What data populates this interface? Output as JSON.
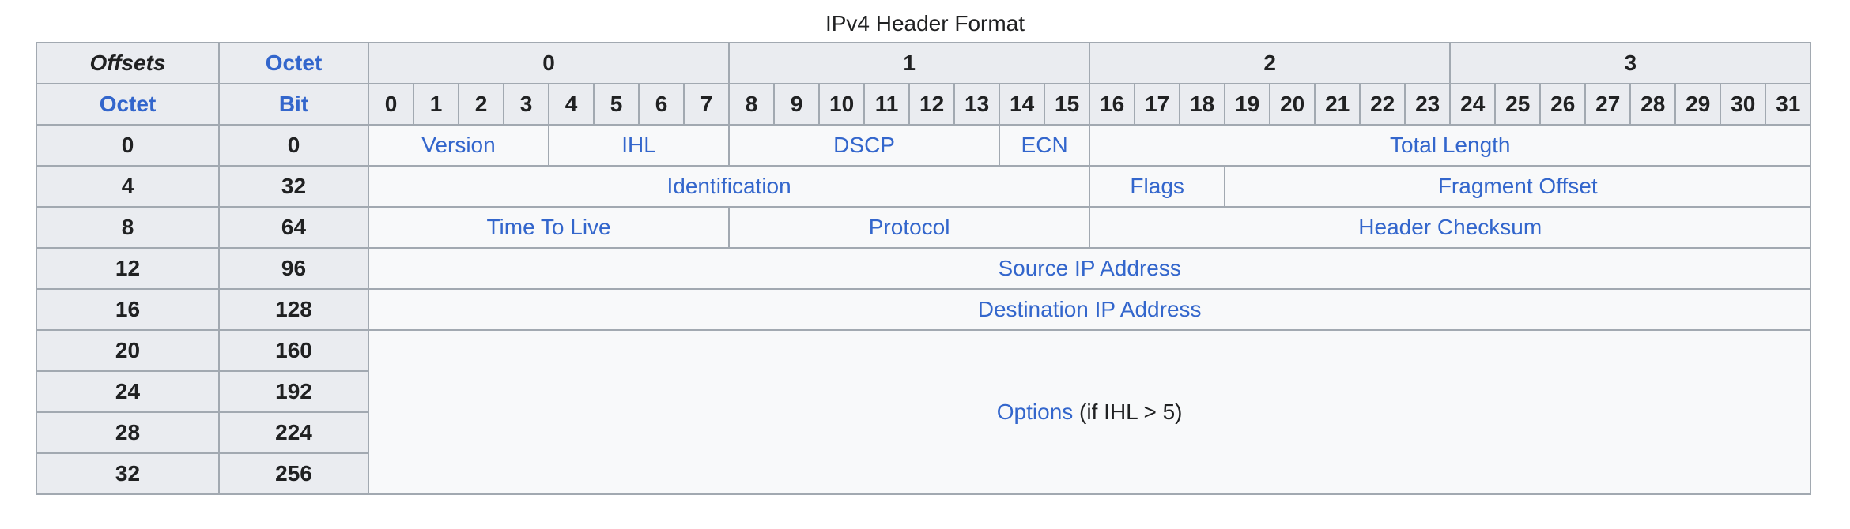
{
  "caption": "IPv4 Header Format",
  "header": {
    "offsets_label": "Offsets",
    "octet_label": "Octet",
    "octet_row_label": "Octet",
    "bit_label": "Bit",
    "octets": [
      "0",
      "1",
      "2",
      "3"
    ],
    "bits": [
      "0",
      "1",
      "2",
      "3",
      "4",
      "5",
      "6",
      "7",
      "8",
      "9",
      "10",
      "11",
      "12",
      "13",
      "14",
      "15",
      "16",
      "17",
      "18",
      "19",
      "20",
      "21",
      "22",
      "23",
      "24",
      "25",
      "26",
      "27",
      "28",
      "29",
      "30",
      "31"
    ]
  },
  "rows": [
    {
      "octet": "0",
      "bit": "0"
    },
    {
      "octet": "4",
      "bit": "32"
    },
    {
      "octet": "8",
      "bit": "64"
    },
    {
      "octet": "12",
      "bit": "96"
    },
    {
      "octet": "16",
      "bit": "128"
    },
    {
      "octet": "20",
      "bit": "160"
    },
    {
      "octet": "24",
      "bit": "192"
    },
    {
      "octet": "28",
      "bit": "224"
    },
    {
      "octet": "32",
      "bit": "256"
    }
  ],
  "fields": {
    "version": "Version",
    "ihl": "IHL",
    "dscp": "DSCP",
    "ecn": "ECN",
    "total_length": "Total Length",
    "identification": "Identification",
    "flags": "Flags",
    "fragment_offset": "Fragment Offset",
    "ttl": "Time To Live",
    "protocol": "Protocol",
    "header_checksum": "Header Checksum",
    "source_ip": "Source IP Address",
    "destination_ip": "Destination IP Address",
    "options": "Options",
    "options_note": " (if IHL > 5)"
  }
}
